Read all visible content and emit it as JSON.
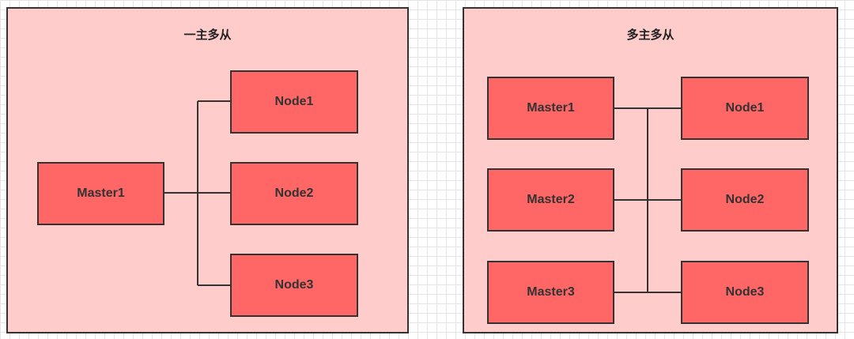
{
  "left_panel": {
    "title": "一主多从",
    "master": "Master1",
    "nodes": [
      "Node1",
      "Node2",
      "Node3"
    ]
  },
  "right_panel": {
    "title": "多主多从",
    "masters": [
      "Master1",
      "Master2",
      "Master3"
    ],
    "nodes": [
      "Node1",
      "Node2",
      "Node3"
    ]
  },
  "colors": {
    "panel_fill": "#ffcccc",
    "node_fill": "#ff6666",
    "stroke": "#333333"
  }
}
